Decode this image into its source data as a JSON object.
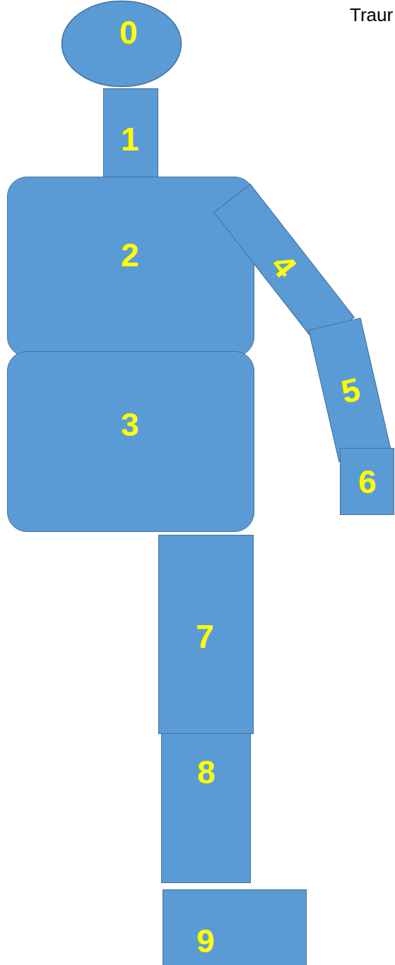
{
  "diagram": {
    "nodes": [
      {
        "text": [
          "0"
        ]
      },
      {
        "text": [
          "1"
        ]
      },
      {
        "text": [
          "2"
        ]
      },
      {
        "text": [
          "3"
        ]
      },
      {
        "text": [
          "4"
        ]
      },
      {
        "text": [
          "5"
        ]
      },
      {
        "text": [
          "6"
        ]
      },
      {
        "text": [
          "7"
        ]
      },
      {
        "text": [
          "8"
        ]
      },
      {
        "text": [
          "9"
        ]
      }
    ],
    "labels": [
      "Traur"
    ]
  }
}
